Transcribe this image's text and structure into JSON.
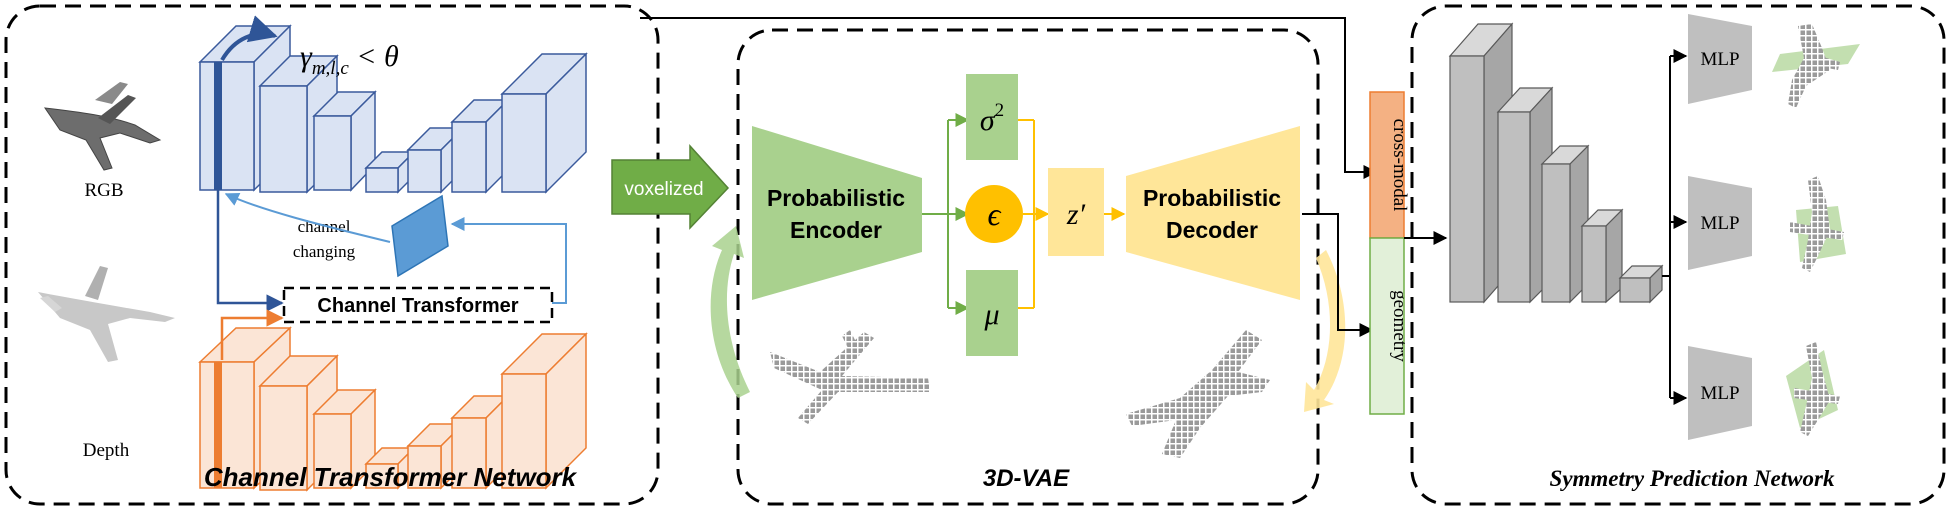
{
  "left_panel": {
    "title": "Channel Transformer Network",
    "rgb_label": "RGB",
    "depth_label": "Depth",
    "formula_main": "γ",
    "formula_sub": "m,l,c",
    "formula_rest": " < θ",
    "channel_changing_line1": "channel",
    "channel_changing_line2": "changing",
    "channel_transformer_label": "Channel Transformer"
  },
  "voxelized_label": "voxelized",
  "middle_panel": {
    "title": "3D-VAE",
    "encoder_line1": "Probabilistic",
    "encoder_line2": "Encoder",
    "decoder_line1": "Probabilistic",
    "decoder_line2": "Decoder",
    "sigma_label": "σ",
    "sigma_sup": "2",
    "epsilon_label": "ϵ",
    "mu_label": "μ",
    "z_label": "z′"
  },
  "cross_modal_label": "cross-modal",
  "geometry_label": "geometry",
  "right_panel": {
    "title": "Symmetry Prediction Network",
    "mlp_labels": [
      "MLP",
      "MLP",
      "MLP"
    ]
  },
  "colors": {
    "rgb_block_fill": "#dae3f3",
    "rgb_block_stroke": "#3a5a9c",
    "depth_block_fill": "#fbe5d6",
    "depth_block_stroke": "#ed7d31",
    "encoder_green": "#a9d18e",
    "decoder_yellow": "#ffe699",
    "epsilon_orange": "#ffc000",
    "cross_modal_orange": "#f4b183",
    "geometry_green": "#e2f0d9",
    "gray_block": "#bfbfbf",
    "arrow_blue": "#5b9bd5"
  }
}
